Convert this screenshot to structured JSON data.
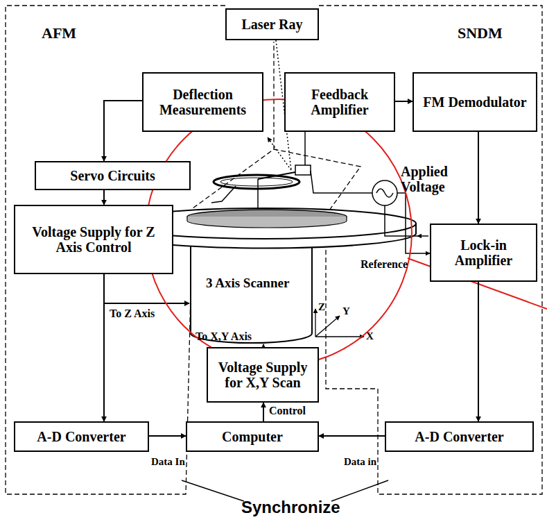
{
  "diagram": {
    "nodes": [
      {
        "text": [
          "Laser Ray"
        ]
      },
      {
        "text": [
          "Deflection Measurements"
        ]
      },
      {
        "text": [
          "Feedback Amplifier"
        ]
      },
      {
        "text": [
          "FM Demodulator"
        ]
      },
      {
        "text": [
          "Servo Circuits"
        ]
      },
      {
        "text": [
          "Voltage Supply for Z Axis Control"
        ]
      },
      {
        "text": [
          "Lock-in Amplifier"
        ]
      },
      {
        "text": [
          "Voltage Supply for X,Y Scan"
        ]
      },
      {
        "text": [
          "A-D Converter"
        ]
      },
      {
        "text": [
          "Computer"
        ]
      },
      {
        "text": [
          "A-D Converter"
        ]
      }
    ],
    "edges": [
      {
        "from": 1,
        "to": 4,
        "arrow": "to"
      },
      {
        "from": 4,
        "to": 5,
        "arrow": "to"
      },
      {
        "from": 5,
        "to": 8,
        "arrow": "to"
      },
      {
        "from": 8,
        "to": 9,
        "arrow": "to"
      },
      {
        "from": 9,
        "to": 7,
        "label": "Control",
        "arrow": "to"
      },
      {
        "from": 2,
        "to": 3,
        "arrow": "to"
      },
      {
        "from": 3,
        "to": 6,
        "arrow": "to"
      },
      {
        "from": 6,
        "to": 10,
        "arrow": "to"
      },
      {
        "from": 10,
        "to": 9,
        "arrow": "to"
      }
    ],
    "labels": [
      "AFM",
      "SNDM",
      "Applied Voltage",
      "Reference",
      "3 Axis Scanner",
      "To Z Axis",
      "To X,Y Axis",
      "Z",
      "Y",
      "X",
      "Data In",
      "Data in",
      "Synchronize"
    ]
  }
}
